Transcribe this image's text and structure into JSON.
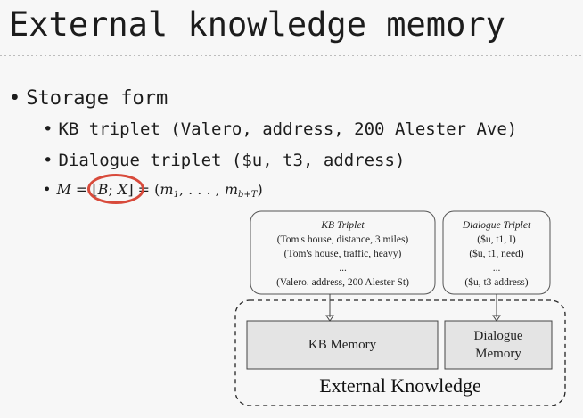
{
  "slide": {
    "title": "External knowledge memory",
    "bullet_main": "Storage form",
    "bullet_kb": "KB triplet (Valero, address, 200 Alester Ave)",
    "bullet_dialogue": "Dialogue triplet ($u, t3, address)",
    "bullet_symbol": "•"
  },
  "formula": {
    "lhs": "M",
    "eq": "=",
    "bracket_open": "[",
    "b": "B",
    "sep": ";",
    "x": "X",
    "bracket_close": "]",
    "eq2": "=",
    "rhs_open": "(",
    "m1": "m",
    "m1_sub": "1",
    "dots": ", . . . , ",
    "mlast": "m",
    "mlast_sub": "b+T",
    "rhs_close": ")"
  },
  "diagram": {
    "kb_box": {
      "title": "KB Triplet",
      "lines": [
        "(Tom's house, distance, 3 miles)",
        "(Tom's house, traffic, heavy)",
        "...",
        "(Valero. address, 200 Alester St)"
      ]
    },
    "dialogue_box": {
      "title": "Dialogue Triplet",
      "lines": [
        "($u, t1, I)",
        "($u, t1, need)",
        "...",
        "($u, t3 address)"
      ]
    },
    "kb_memory": "KB Memory",
    "dialogue_memory_line1": "Dialogue",
    "dialogue_memory_line2": "Memory",
    "external_label": "External Knowledge"
  },
  "colors": {
    "highlight": "#d84a3b",
    "memory_fill": "#e4e4e4"
  }
}
